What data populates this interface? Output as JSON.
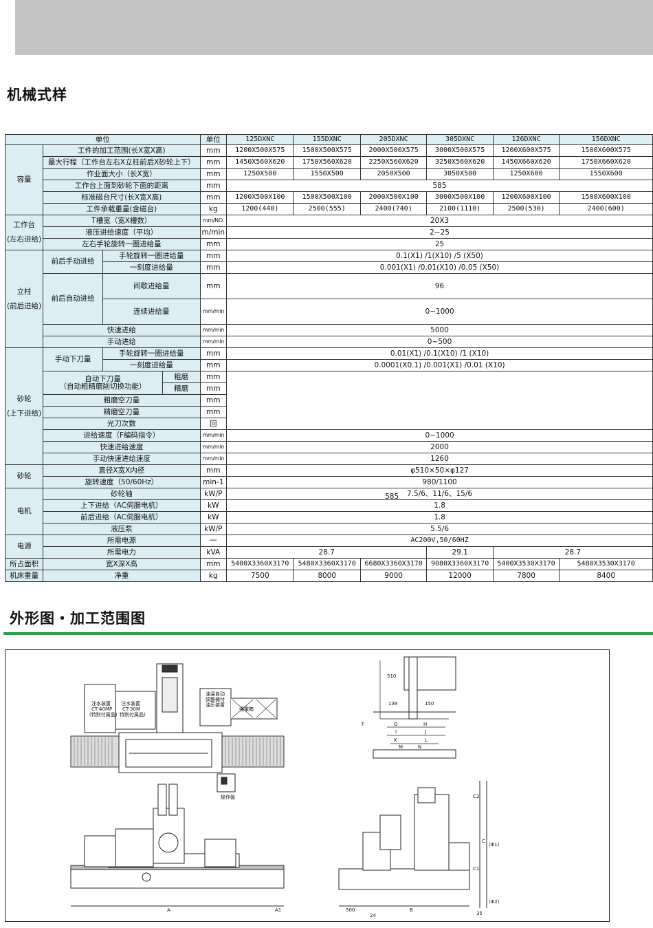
{
  "header": {
    "title": "机械式样",
    "section2": "外形图・加工范围图"
  },
  "table": {
    "hdr": {
      "unit": "单位",
      "unit2": "单位",
      "models": [
        "125DXNC",
        "155DXNC",
        "205DXNC",
        "305DXNC",
        "126DXNC",
        "156DXNC"
      ]
    },
    "g": {
      "capacity": "容量",
      "table": "工作台",
      "table_sub": "(左右进给)",
      "column": "立柱",
      "column_sub": "(前后进给)",
      "wheel": "砂轮",
      "wheel_sub": "(上下进给)",
      "wheel2": "砂轮",
      "motor": "电机",
      "power": "电源",
      "area": "所占面积",
      "weight": "机床重量"
    },
    "sg": {
      "fb_manual": "前后手动进给",
      "fb_auto": "前后自动进给",
      "manual_down": "手动下刀量",
      "auto_down": "自动下刀量",
      "auto_down_sub": "（自动粗精磨削切换功能）",
      "rough": "粗磨",
      "fine": "精磨"
    },
    "r": {
      "range": {
        "label": "工件的加工范围(长X宽X高)",
        "unit": "mm",
        "v": [
          "1200X500X575",
          "1500X500X575",
          "2000X500X575",
          "3000X500X575",
          "1200X600X575",
          "1500X600X575"
        ]
      },
      "stroke": {
        "label": "最大行程（工作台左右X立柱前后X砂轮上下）",
        "unit": "mm",
        "v": [
          "1450X560X620",
          "1750X560X620",
          "2250X560X620",
          "3250X560X620",
          "1450X660X620",
          "1750X660X620"
        ]
      },
      "work": {
        "label": "作业面大小（长X宽）",
        "unit": "mm",
        "v": [
          "1250X500",
          "1550X500",
          "2050X500",
          "3050X500",
          "1250X600",
          "1550X600"
        ]
      },
      "dist": {
        "label": "工作台上面到砂轮下面的距离",
        "unit": "mm",
        "v": "585"
      },
      "chuck": {
        "label": "标准磁台尺寸(长X宽X高)",
        "unit": "mm",
        "v": [
          "1200X500X100",
          "1500X500X100",
          "2000X500X100",
          "3000X500X100",
          "1200X600X100",
          "1500X600X100"
        ]
      },
      "load": {
        "label": "工件承载重量(含磁台)",
        "unit": "kg",
        "v": [
          "1200(440)",
          "2500(555)",
          "2400(740)",
          "2100(1110)",
          "2500(530)",
          "2400(600)"
        ]
      },
      "tslot": {
        "label": "T槽宽（宽X槽数）",
        "unit": "mm/NO.",
        "v": "20X3"
      },
      "hyd": {
        "label": "液压进给速度（平均）",
        "unit": "m/min",
        "v": "2~25"
      },
      "lr": {
        "label": "左右手轮旋转一圈进给量",
        "unit": "mm",
        "v": "25"
      },
      "fb_rev": {
        "label": "手轮旋转一圈进给量",
        "unit": "mm",
        "v": "0.1(X1) /1(X10) /5 (X50)"
      },
      "fb_tick": {
        "label": "一刻度进给量",
        "unit": "mm",
        "v": "0.001(X1) /0.01(X10) /0.05 (X50)"
      },
      "intm": {
        "label": "间歇进给量",
        "unit": "mm",
        "v": "96"
      },
      "cont": {
        "label": "连续进给量",
        "unit": "mm/min",
        "v": "0~1000"
      },
      "fast": {
        "label": "快速进给",
        "unit": "mm/min",
        "v": "5000"
      },
      "man": {
        "label": "手动进给",
        "unit": "mm/min",
        "v": "0~500"
      },
      "wd_rev": {
        "label": "手轮旋转一圈进给量",
        "unit": "mm",
        "v": "0.01(X1) /0.1(X10) /1 (X10)"
      },
      "wd_tick": {
        "label": "一刻度进给量",
        "unit": "mm",
        "v": "0.0001(X0.1) /0.001(X1) /0.01 (X10)"
      },
      "rough": {
        "unit": "mm"
      },
      "fine": {
        "unit": "mm"
      },
      "rough_air": {
        "label": "粗磨空刀量",
        "unit": "mm"
      },
      "fine_air": {
        "label": "精磨空刀量",
        "unit": "mm"
      },
      "spark": {
        "label": "光刀次数",
        "unit": "回"
      },
      "feedf": {
        "label": "进给速度（F编码指令）",
        "unit": "mm/min",
        "v": "0~1000"
      },
      "fastf": {
        "label": "快速进给速度",
        "unit": "mm/min",
        "v": "2000"
      },
      "manf": {
        "label": "手动快速进给速度",
        "unit": "mm/min",
        "v": "1260"
      },
      "dia": {
        "label": "直径X宽X内径",
        "unit": "mm",
        "v": "φ510×50×φ127"
      },
      "rpm": {
        "label": "旋转速度（50/60Hz）",
        "unit": "min-1",
        "v": "980/1100"
      },
      "spindle": {
        "label": "砂轮轴",
        "unit": "kW/P",
        "v": "7.5/6、11/6、15/6",
        "stray": "585"
      },
      "updown": {
        "label": "上下进给（AC伺服电机）",
        "unit": "kW",
        "v": "1.8"
      },
      "fbm": {
        "label": "前后进给（AC伺服电机）",
        "unit": "kW",
        "v": "1.8"
      },
      "pump": {
        "label": "液压泵",
        "unit": "kW/P",
        "v": "5.5/6"
      },
      "supply": {
        "label": "所需电源",
        "unit": "一",
        "v": "AC200V,50/60HZ"
      },
      "kva": {
        "label": "所需电力",
        "unit": "kVA",
        "v": [
          "28.7",
          "29.1",
          "28.7"
        ]
      },
      "floor": {
        "label": "宽X深X高",
        "unit": "mm",
        "v": [
          "5400X3360X3170",
          "5480X3360X3170",
          "6680X3360X3170",
          "9080X3360X3170",
          "5400X3530X3170",
          "5480X3530X3170"
        ]
      },
      "net": {
        "label": "净重",
        "unit": "kg",
        "v": [
          "7500",
          "8000",
          "9000",
          "12000",
          "7800",
          "8400"
        ]
      }
    }
  },
  "drawing": {
    "labels": {
      "coolant1": "注水装置",
      "coolant1b": "CT-40MP",
      "coolant1c": "(特别付属品)",
      "coolant2": "注水装置",
      "coolant2b": "CT-30M",
      "coolant2c": "特别付属品)",
      "oil1": "油温自动",
      "oil2": "調整機付",
      "oil3": "油圧装置",
      "cabinet": "強電箱",
      "panel": "操作盤"
    },
    "dims": {
      "A": "A",
      "A1": "A1",
      "B": "B",
      "d500": "500",
      "d24": "24",
      "F": "F",
      "G": "G",
      "H": "H",
      "I": "I",
      "J": "J",
      "K": "K",
      "L": "L",
      "M": "M",
      "N": "N",
      "d510": "510",
      "d139": "139",
      "d150": "150",
      "C": "C",
      "C1": "C1",
      "C2": "C2",
      "phi1": "(Φ1)",
      "phi2": "(Φ2)",
      "d35": "35"
    }
  }
}
